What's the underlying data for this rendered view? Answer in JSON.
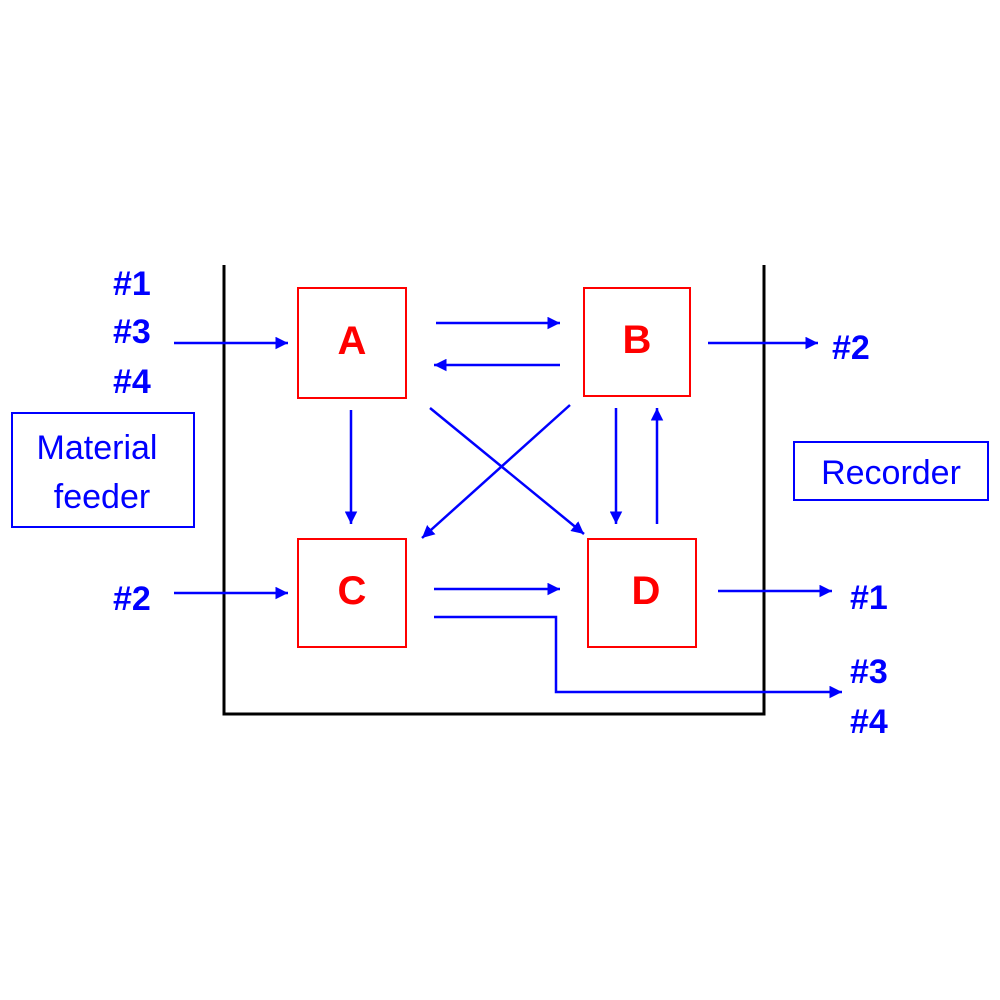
{
  "nodes": {
    "a": "A",
    "b": "B",
    "c": "C",
    "d": "D"
  },
  "inputs": {
    "top": [
      "#1",
      "#3",
      "#4"
    ],
    "bottom": "#2"
  },
  "outputs": {
    "b_out": "#2",
    "d_out": "#1",
    "c_out": [
      "#3",
      "#4"
    ]
  },
  "side_boxes": {
    "feeder_line1": "Material",
    "feeder_line2": "feeder",
    "recorder": "Recorder"
  },
  "colors": {
    "node": "#ff0000",
    "flow": "#0000ff",
    "vessel": "#000000"
  }
}
